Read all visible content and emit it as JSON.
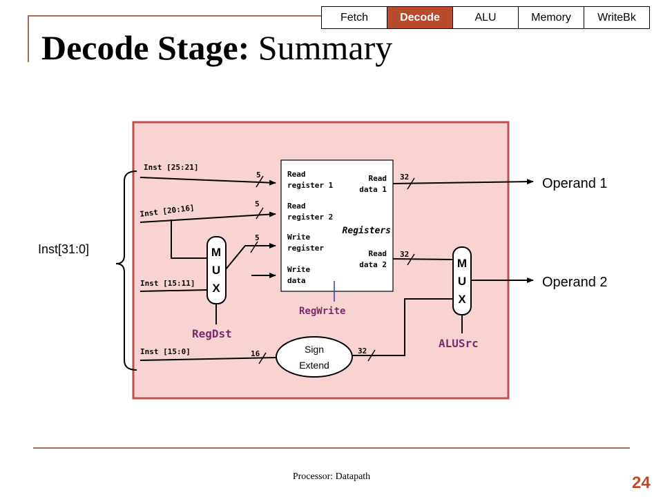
{
  "header": {
    "tabs": [
      {
        "label": "Fetch",
        "active": false
      },
      {
        "label": "Decode",
        "active": true
      },
      {
        "label": "ALU",
        "active": false
      },
      {
        "label": "Memory",
        "active": false
      },
      {
        "label": "WriteBk",
        "active": false
      }
    ],
    "active_color": "#b84a2e"
  },
  "title": {
    "bold_part": "Decode Stage:",
    "normal_part": "Summary"
  },
  "diagram": {
    "input_label": "Inst[31:0]",
    "fields": {
      "rs": "Inst [25:21]",
      "rt": "Inst [20:16]",
      "rd": "Inst [15:11]",
      "imm": "Inst [15:0]"
    },
    "bus_widths": {
      "read_reg1": "5",
      "read_reg2": "5",
      "write_reg": "5",
      "read_data1": "32",
      "read_data2": "32",
      "imm_in": "16",
      "imm_out": "32"
    },
    "register_file": {
      "name": "Registers",
      "read_register_1": [
        "Read",
        "register 1"
      ],
      "read_register_2": [
        "Read",
        "register 2"
      ],
      "write_register": [
        "Write",
        "register"
      ],
      "write_data": [
        "Write",
        "data"
      ],
      "read_data_1": [
        "Read",
        "data 1"
      ],
      "read_data_2": [
        "Read",
        "data 2"
      ]
    },
    "mux_letters": [
      "M",
      "U",
      "X"
    ],
    "sign_extend": [
      "Sign",
      "Extend"
    ],
    "control_signals": {
      "reg_dst": "RegDst",
      "reg_write": "RegWrite",
      "alu_src": "ALUSrc"
    },
    "outputs": {
      "operand1": "Operand 1",
      "operand2": "Operand 2"
    },
    "colors": {
      "panel_fill": "#f7d4d2",
      "panel_border": "#c0504d",
      "control_text": "#7b2c6b",
      "regwrite_line": "#2f3fb5"
    }
  },
  "footer": {
    "text": "Processor: Datapath",
    "page": "24"
  }
}
